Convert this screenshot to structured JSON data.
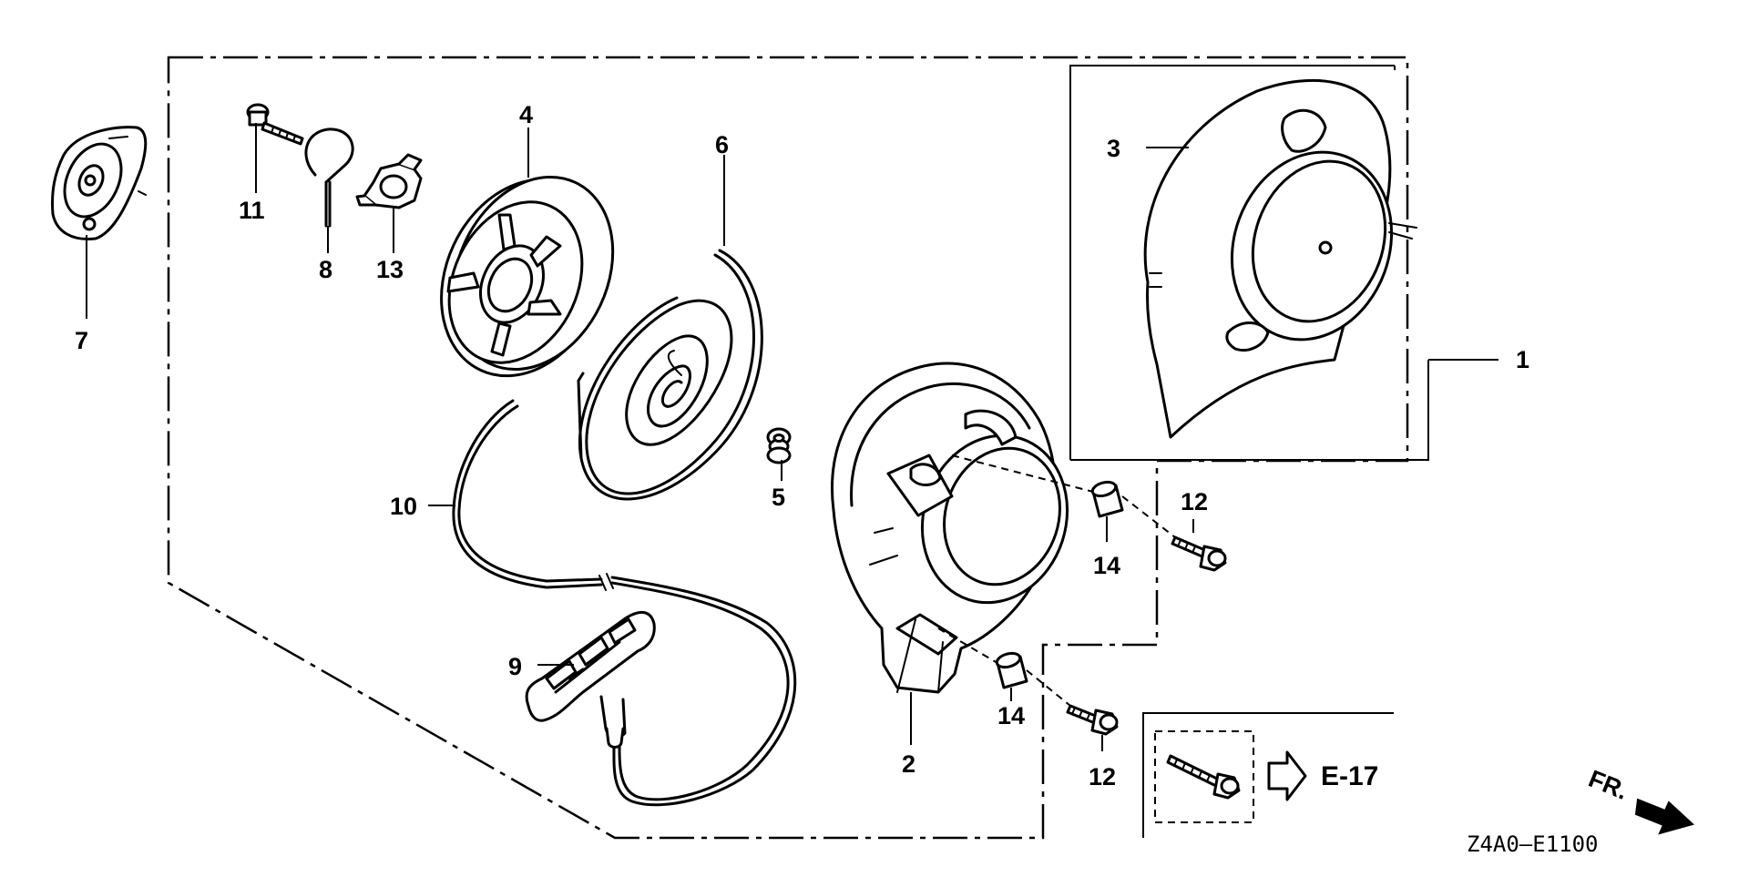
{
  "diagram": {
    "callouts": [
      {
        "id": "1",
        "label": "1"
      },
      {
        "id": "2",
        "label": "2"
      },
      {
        "id": "3",
        "label": "3"
      },
      {
        "id": "4",
        "label": "4"
      },
      {
        "id": "5",
        "label": "5"
      },
      {
        "id": "6",
        "label": "6"
      },
      {
        "id": "7",
        "label": "7"
      },
      {
        "id": "8",
        "label": "8"
      },
      {
        "id": "9",
        "label": "9"
      },
      {
        "id": "10",
        "label": "10"
      },
      {
        "id": "11",
        "label": "11"
      },
      {
        "id": "12a",
        "label": "12"
      },
      {
        "id": "12b",
        "label": "12"
      },
      {
        "id": "13",
        "label": "13"
      },
      {
        "id": "14a",
        "label": "14"
      },
      {
        "id": "14b",
        "label": "14"
      }
    ],
    "reference": {
      "label": "E-17"
    },
    "direction": {
      "label": "FR."
    },
    "diagram_code": "Z4A0—E1100"
  }
}
